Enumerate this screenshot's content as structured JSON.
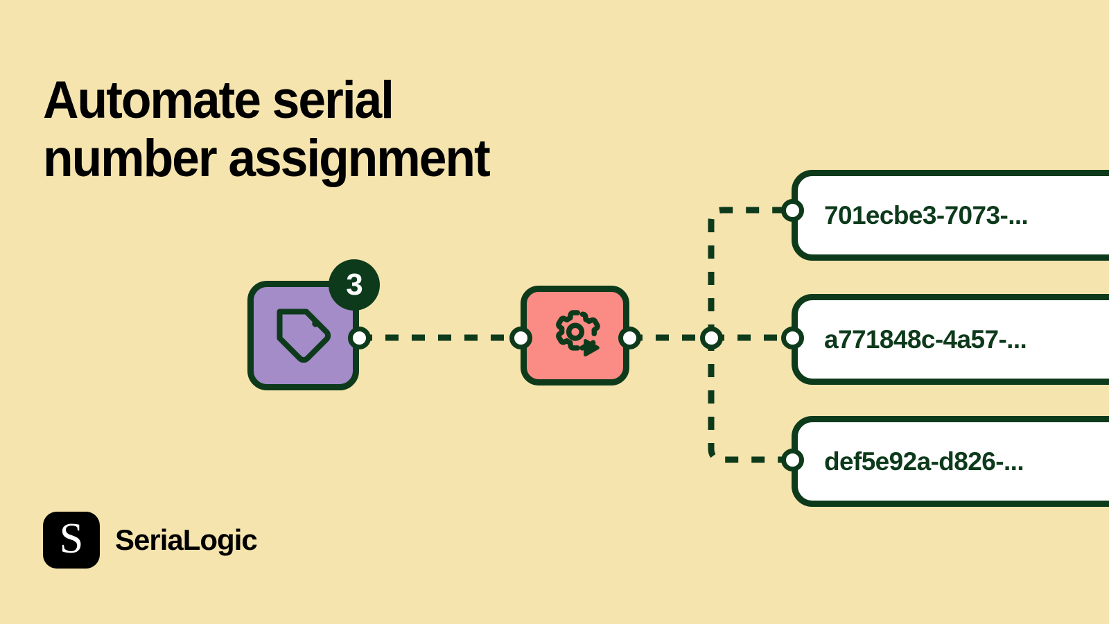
{
  "canvas": {
    "background_color": "#f5e4ae",
    "accent_dark_green": "#0d3a1b",
    "node_purple": "#a48cc8",
    "node_salmon": "#fa8b85",
    "card_white": "#ffffff"
  },
  "headline": {
    "text": "Automate serial\nnumber assignment"
  },
  "flow": {
    "nodes": [
      {
        "id": "tag-node",
        "icon": "tag-icon",
        "color": "#a48cc8",
        "badge": "3"
      },
      {
        "id": "gear-run-node",
        "icon": "gear-play-icon",
        "color": "#fa8b85"
      }
    ],
    "junction": {
      "id": "fan-out-junction"
    },
    "cards": [
      {
        "id": "card-1",
        "label": "701ecbe3-7073-..."
      },
      {
        "id": "card-2",
        "label": "a771848c-4a57-..."
      },
      {
        "id": "card-3",
        "label": "def5e92a-d826-..."
      }
    ]
  },
  "brand": {
    "mark_letter": "S",
    "name": "SeriaLogic"
  }
}
